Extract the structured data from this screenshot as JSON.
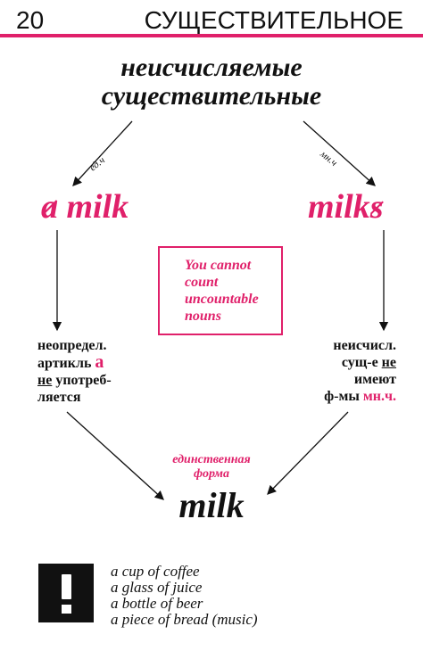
{
  "header": {
    "page_number": "20",
    "section_title": "СУЩЕСТВИТЕЛЬНОЕ"
  },
  "title": {
    "line1": "неисчисляемые",
    "line2": "существительные"
  },
  "branches": {
    "left_label": "ед.ч",
    "right_label": "мн.ч"
  },
  "examples_top": {
    "left_article": "a",
    "left_word": "milk",
    "right_word": "milk",
    "right_suffix": "s"
  },
  "center_box": {
    "lines": [
      "You cannot",
      "count",
      "uncountable",
      "nouns"
    ]
  },
  "note_left": {
    "line1": "неопредел.",
    "line2_prefix": "артикль",
    "line2_accent": "а",
    "line3_ne": "не",
    "line3_rest": " употреб-",
    "line4": "ляется"
  },
  "note_right": {
    "line1": "неисчисл.",
    "line2_prefix": "сущ-е ",
    "line2_ne": "не",
    "line3": "имеют",
    "line4_prefix": "ф-мы ",
    "line4_accent": "мн.ч."
  },
  "result": {
    "form_label_line1": "единственная",
    "form_label_line2": "форма",
    "word": "milk"
  },
  "examples": [
    "a cup of coffee",
    "a glass of juice",
    "a bottle of beer",
    "a piece of bread (music)"
  ],
  "colors": {
    "accent": "#e0206a",
    "text": "#111111"
  },
  "icons": {
    "warning": "exclamation-icon"
  }
}
